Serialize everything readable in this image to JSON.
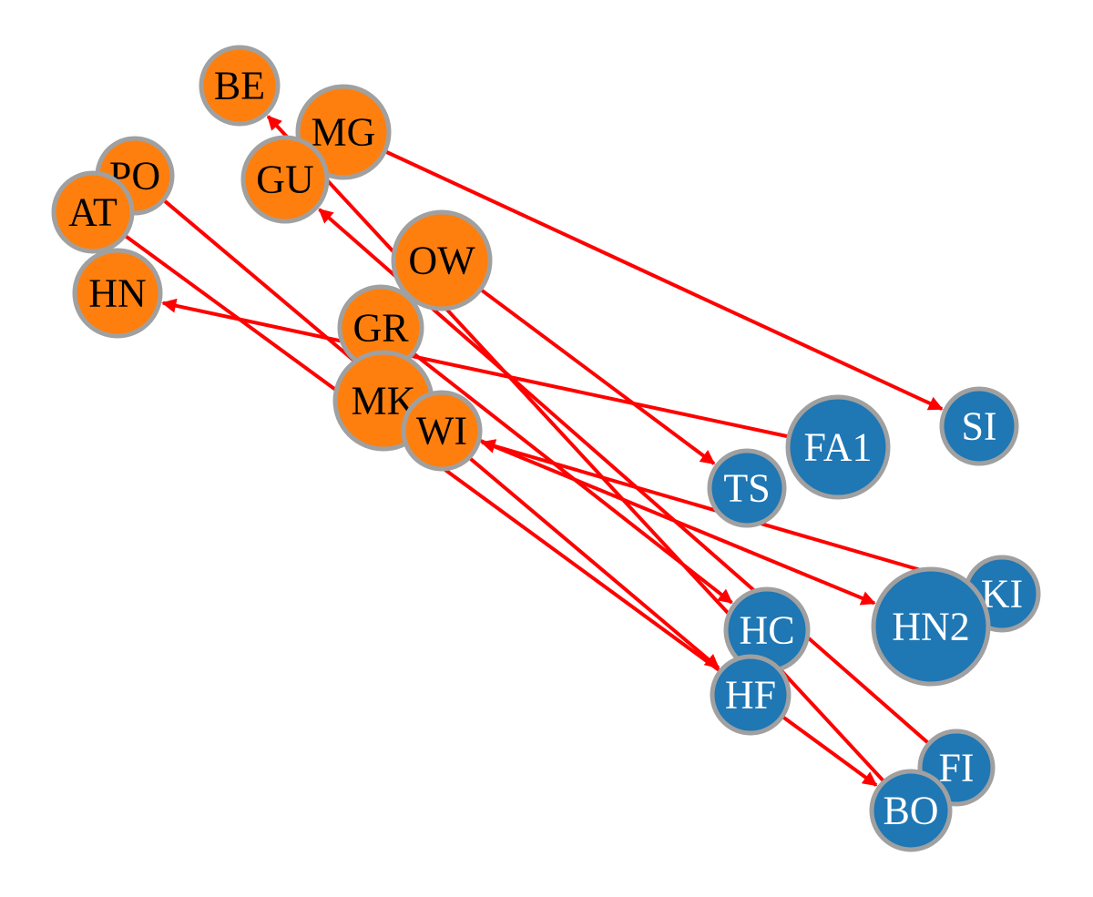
{
  "colors": {
    "group_a": "#ff7f0e",
    "group_b": "#1f77b4",
    "edge": "#ff0000",
    "node_border": "#a0a0a0",
    "label_dark": "#000000",
    "label_light": "#ffffff"
  },
  "nodes": [
    {
      "id": "BE",
      "label": "BE",
      "group": "a"
    },
    {
      "id": "MG",
      "label": "MG",
      "group": "a"
    },
    {
      "id": "PO",
      "label": "PO",
      "group": "a"
    },
    {
      "id": "GU",
      "label": "GU",
      "group": "a"
    },
    {
      "id": "AT",
      "label": "AT",
      "group": "a"
    },
    {
      "id": "OW",
      "label": "OW",
      "group": "a"
    },
    {
      "id": "HN",
      "label": "HN",
      "group": "a"
    },
    {
      "id": "GR",
      "label": "GR",
      "group": "a"
    },
    {
      "id": "MK",
      "label": "MK",
      "group": "a"
    },
    {
      "id": "WI",
      "label": "WI",
      "group": "a"
    },
    {
      "id": "SI",
      "label": "SI",
      "group": "b"
    },
    {
      "id": "FA1",
      "label": "FA1",
      "group": "b"
    },
    {
      "id": "TS",
      "label": "TS",
      "group": "b"
    },
    {
      "id": "KI",
      "label": "KI",
      "group": "b"
    },
    {
      "id": "HN2",
      "label": "HN2",
      "group": "b"
    },
    {
      "id": "HC",
      "label": "HC",
      "group": "b"
    },
    {
      "id": "HF",
      "label": "HF",
      "group": "b"
    },
    {
      "id": "FI",
      "label": "FI",
      "group": "b"
    },
    {
      "id": "BO",
      "label": "BO",
      "group": "b"
    }
  ],
  "edges": [
    {
      "from": "MG",
      "to": "SI"
    },
    {
      "from": "OW",
      "to": "TS"
    },
    {
      "from": "FA1",
      "to": "HN"
    },
    {
      "from": "PO",
      "to": "HF"
    },
    {
      "from": "AT",
      "to": "BO"
    },
    {
      "from": "FI",
      "to": "GU"
    },
    {
      "from": "BO",
      "to": "BE"
    },
    {
      "from": "KI",
      "to": "WI"
    },
    {
      "from": "MK",
      "to": "HN2"
    },
    {
      "from": "GR",
      "to": "HC"
    }
  ]
}
